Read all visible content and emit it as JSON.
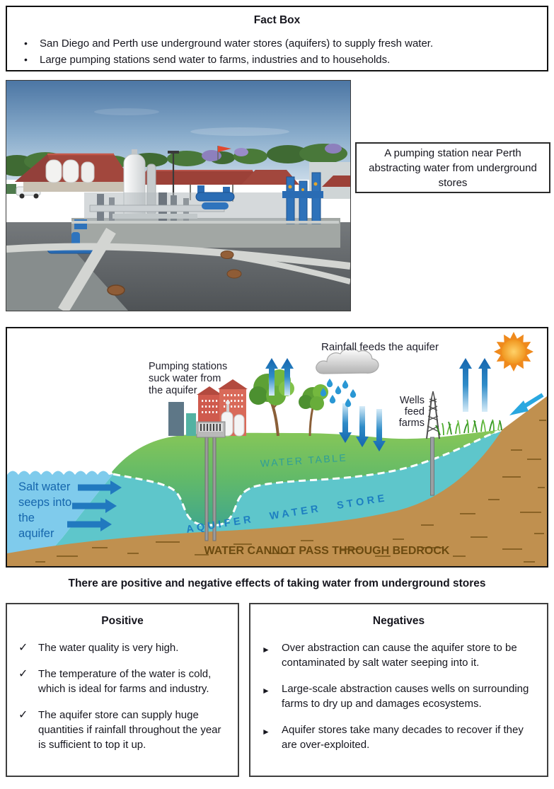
{
  "fact_box": {
    "title": "Fact Box",
    "bullet_char": "•",
    "bullets": [
      "San Diego and Perth use underground water stores (aquifers) to supply fresh water.",
      "Large pumping stations send water to farms, industries and to households."
    ]
  },
  "photo_caption": "A pumping station near Perth abstracting water from underground stores",
  "diagram": {
    "labels": {
      "rainfall": "Rainfall feeds the aquifer",
      "pumping_lines": [
        "Pumping stations",
        "suck water from",
        "the aquifer"
      ],
      "wells_lines": [
        "Wells",
        "feed",
        "farms"
      ],
      "salt_lines": [
        "Salt water",
        "seeps into",
        "the",
        "aquifer"
      ],
      "water_table": "WATER TABLE",
      "aquifer_store": "AQUIFER WATER STORE",
      "bedrock": "WATER CANNOT PASS THROUGH BEDROCK"
    },
    "colors": {
      "sea": "#7fcbec",
      "aquifer": "#5ec6cb",
      "bedrock": "#c0904f",
      "land_top": "#88c757",
      "arrow_blue": "#2179bf",
      "sun": "#ef8a1d",
      "salt_text": "#1566ad",
      "water_table_text": "#2f9e98",
      "store_text": "#1d7fc1",
      "bedrock_text": "#6b4a10"
    }
  },
  "heading": "There are positive and negative effects of taking water from underground stores",
  "positive_box": {
    "title": "Positive",
    "marker": "✓",
    "items": [
      "The water quality is very high.",
      "The temperature of the water is cold, which is ideal for farms and industry.",
      "The aquifer store can supply huge quantities if rainfall throughout the year is sufficient to top it up."
    ]
  },
  "negatives_box": {
    "title": "Negatives",
    "marker": "►",
    "items": [
      "Over abstraction can cause the aquifer store to be contaminated by salt water seeping into it.",
      "Large-scale abstraction causes wells on surrounding farms to dry up and damages ecosystems.",
      "Aquifer stores take many decades to recover if they are over-exploited."
    ]
  }
}
